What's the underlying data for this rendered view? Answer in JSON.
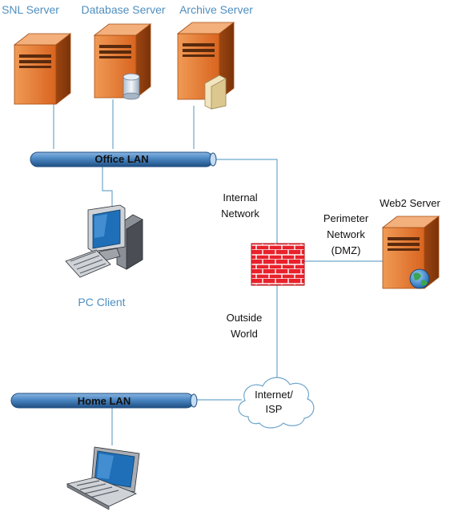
{
  "servers": {
    "snl": "SNL Server",
    "database": "Database Server",
    "archive": "Archive Server",
    "web2": "Web2 Server"
  },
  "office_lan": "Office LAN",
  "home_lan": "Home LAN",
  "pc_client": "PC Client",
  "internal_network": [
    "Internal",
    "Network"
  ],
  "perimeter_network": [
    "Perimeter",
    "Network",
    "(DMZ)"
  ],
  "outside_world": [
    "Outside",
    "World"
  ],
  "internet_cloud": [
    "Internet/",
    "ISP"
  ],
  "colors": {
    "server_orange": "#e8792e",
    "lan_blue": "#3f7ab6",
    "firewall_red": "#e8212b",
    "label_blue": "#4f8fc0",
    "line_blue": "#6fa6cc"
  }
}
